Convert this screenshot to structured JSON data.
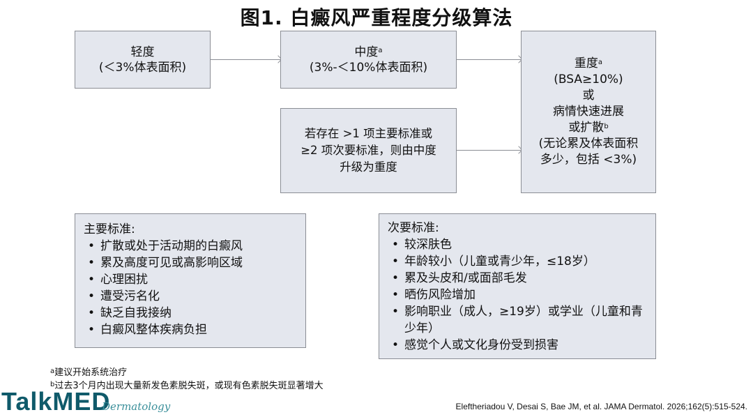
{
  "title": "图1. 白癜风严重程度分级算法",
  "boxes": {
    "mild": {
      "label": "轻度",
      "detail": "(＜3%体表面积)"
    },
    "moderate": {
      "label": "中度",
      "sup": "a",
      "detail": "(3%-＜10%体表面积)"
    },
    "upgrade": {
      "lines": [
        "若存在 >1 项主要标准或",
        "≥2 项次要标准，则由中度",
        "升级为重度"
      ]
    },
    "severe": {
      "label": "重度",
      "sup": "a",
      "lines": [
        "(BSA≥10%)",
        "或",
        "病情快速进展"
      ],
      "spread": "或扩散",
      "spread_sup": "b",
      "tail": [
        "(无论累及体表面积",
        "多少，包括 <3%)"
      ]
    }
  },
  "major_criteria": {
    "heading": "主要标准:",
    "items": [
      "扩散或处于活动期的白癜风",
      "累及高度可见或高影响区域",
      "心理困扰",
      "遭受污名化",
      "缺乏自我接纳",
      "白癜风整体疾病负担"
    ]
  },
  "minor_criteria": {
    "heading": "次要标准:",
    "items": [
      "较深肤色",
      "年龄较小（儿童或青少年，≤18岁）",
      "累及头皮和/或面部毛发",
      "晒伤风险增加",
      "影响职业（成人，≥19岁）或学业（儿童和青少年）",
      "感觉个人或文化身份受到损害"
    ]
  },
  "footnotes": {
    "a_mark": "a",
    "a_text": "建议开始系统治疗",
    "b_mark": "b",
    "b_text": "过去3个月内出现大量新发色素脱失斑，或现有色素脱失斑显著增大"
  },
  "brand": {
    "name": "TalkMED",
    "sub": "Dermatology"
  },
  "citation": "Eleftheriadou V, Desai S, Bae JM, et al. JAMA Dermatol. 2026;162(5):515-524."
}
